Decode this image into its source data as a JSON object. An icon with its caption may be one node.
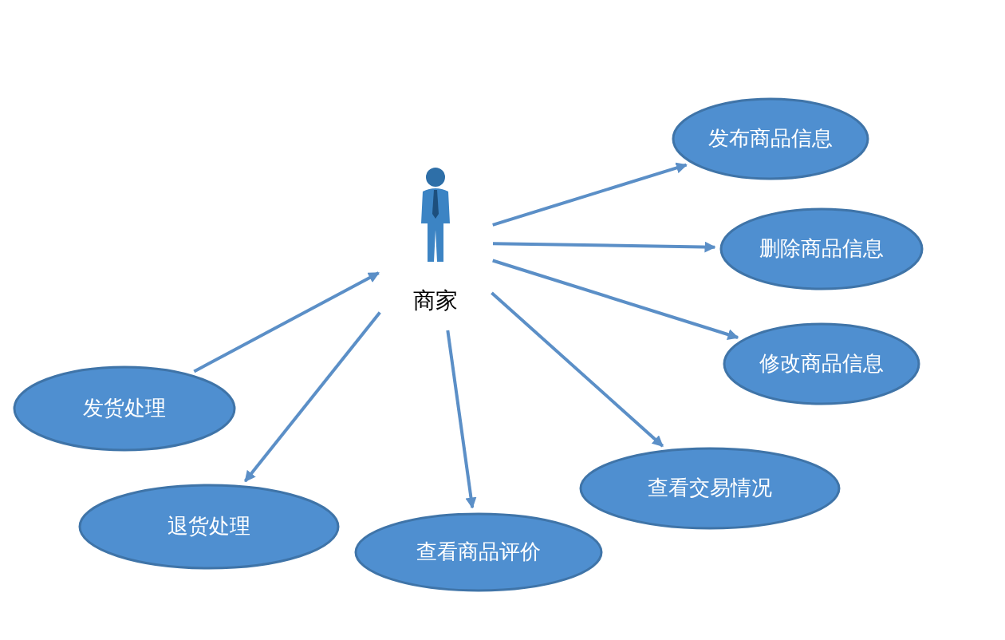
{
  "diagram": {
    "nodes": [
      {
        "text": [
          "商家"
        ]
      },
      {
        "text": [
          "发布商品信息"
        ]
      },
      {
        "text": [
          "删除商品信息"
        ]
      },
      {
        "text": [
          "修改商品信息"
        ]
      },
      {
        "text": [
          "发货处理"
        ]
      },
      {
        "text": [
          "退货处理"
        ]
      },
      {
        "text": [
          "查看商品评价"
        ]
      },
      {
        "text": [
          "查看交易情况"
        ]
      }
    ],
    "edges": [
      {
        "from": 0,
        "to": 1,
        "arrow": "to"
      },
      {
        "from": 0,
        "to": 2,
        "arrow": "to"
      },
      {
        "from": 0,
        "to": 3,
        "arrow": "to"
      },
      {
        "from": 4,
        "to": 0,
        "arrow": "to"
      },
      {
        "from": 0,
        "to": 5,
        "arrow": "to"
      },
      {
        "from": 0,
        "to": 6,
        "arrow": "to"
      },
      {
        "from": 0,
        "to": 7,
        "arrow": "to"
      }
    ]
  }
}
